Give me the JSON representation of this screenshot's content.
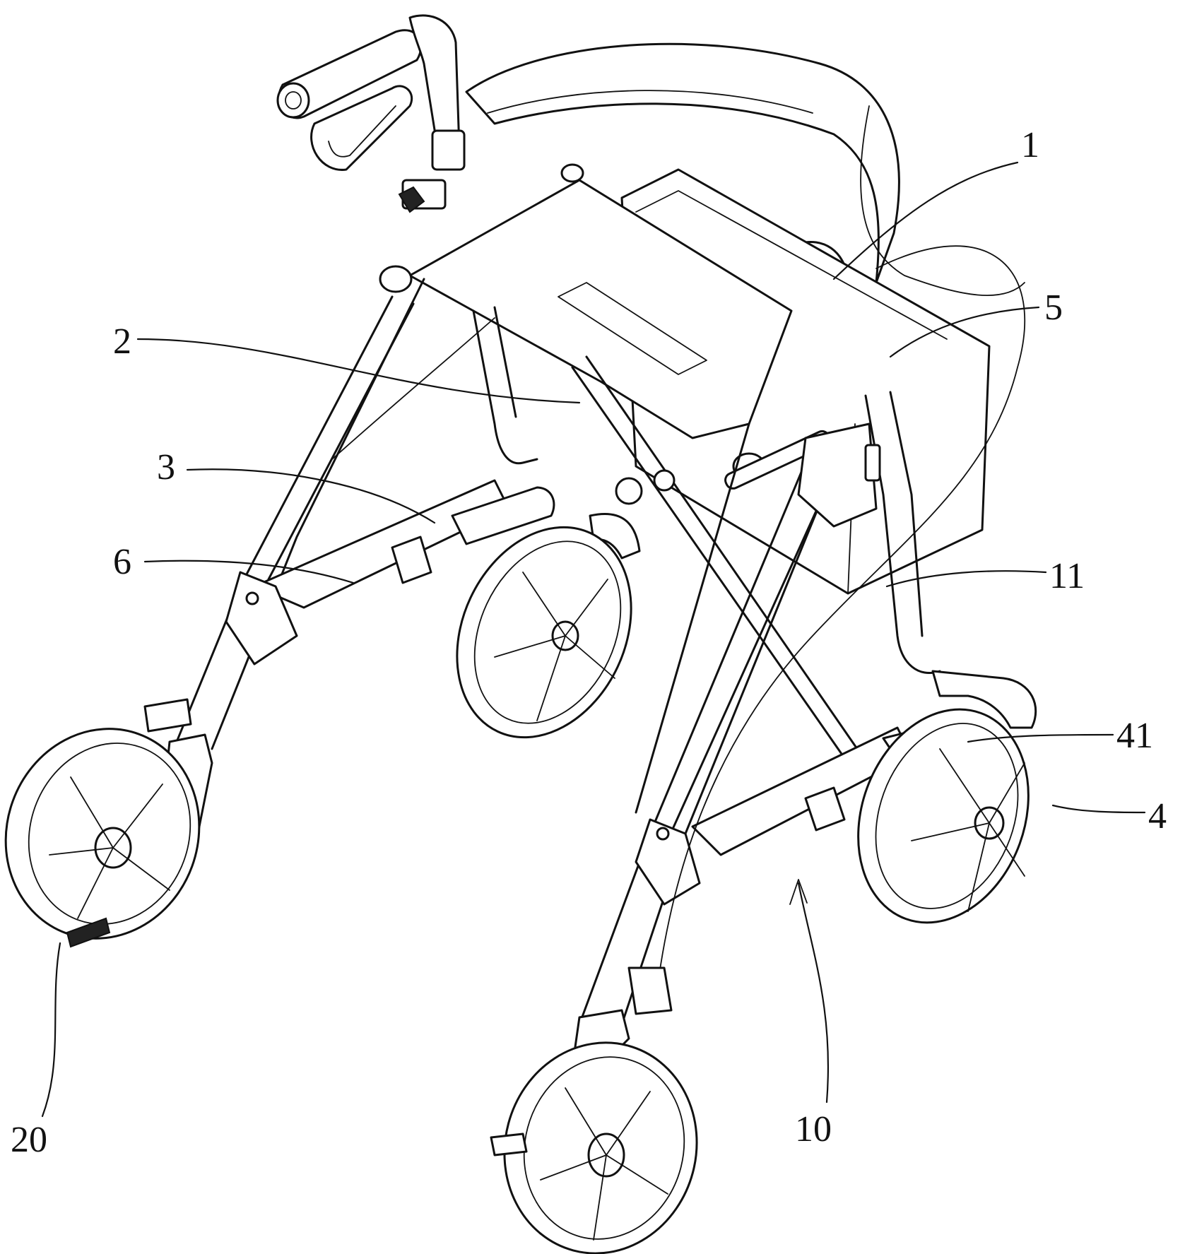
{
  "figure": {
    "callouts": [
      {
        "id": "c1",
        "text": "1"
      },
      {
        "id": "c5",
        "text": "5"
      },
      {
        "id": "c2",
        "text": "2"
      },
      {
        "id": "c3",
        "text": "3"
      },
      {
        "id": "c6",
        "text": "6"
      },
      {
        "id": "c11",
        "text": "11"
      },
      {
        "id": "c41",
        "text": "41"
      },
      {
        "id": "c4",
        "text": "4"
      },
      {
        "id": "c20",
        "text": "20"
      },
      {
        "id": "c10",
        "text": "10"
      }
    ]
  }
}
